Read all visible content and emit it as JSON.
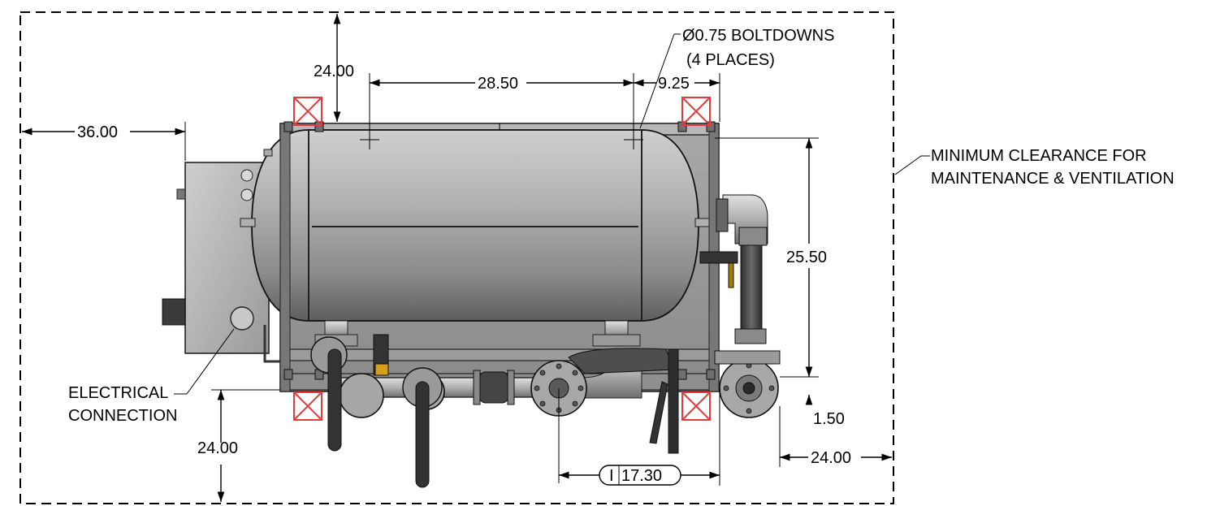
{
  "labels": {
    "boltdowns_line1": "Ø0.75 BOLTDOWNS",
    "boltdowns_line2": "(4 PLACES)",
    "clearance_line1": "MINIMUM CLEARANCE FOR",
    "clearance_line2": "MAINTENANCE & VENTILATION",
    "electrical_line1": "ELECTRICAL",
    "electrical_line2": "CONNECTION"
  },
  "dimensions": {
    "top_clearance": "24.00",
    "bolt_spacing": "28.50",
    "bolt_to_edge": "9.25",
    "left_clearance": "36.00",
    "height": "25.50",
    "bottom_clearance": "24.00",
    "right_clearance": "24.00",
    "outlet_offset": "1.50",
    "flange_spacing": "17.30",
    "flange_symbol": "I"
  },
  "colors": {
    "tank_light": "#d6d6d6",
    "tank_mid": "#a8a8a8",
    "tank_dark": "#5e5e5e",
    "frame": "#9a9a9a",
    "box": "#bdbdbd",
    "hose": "#444444",
    "boltdown_marker": "#e23b3b"
  }
}
